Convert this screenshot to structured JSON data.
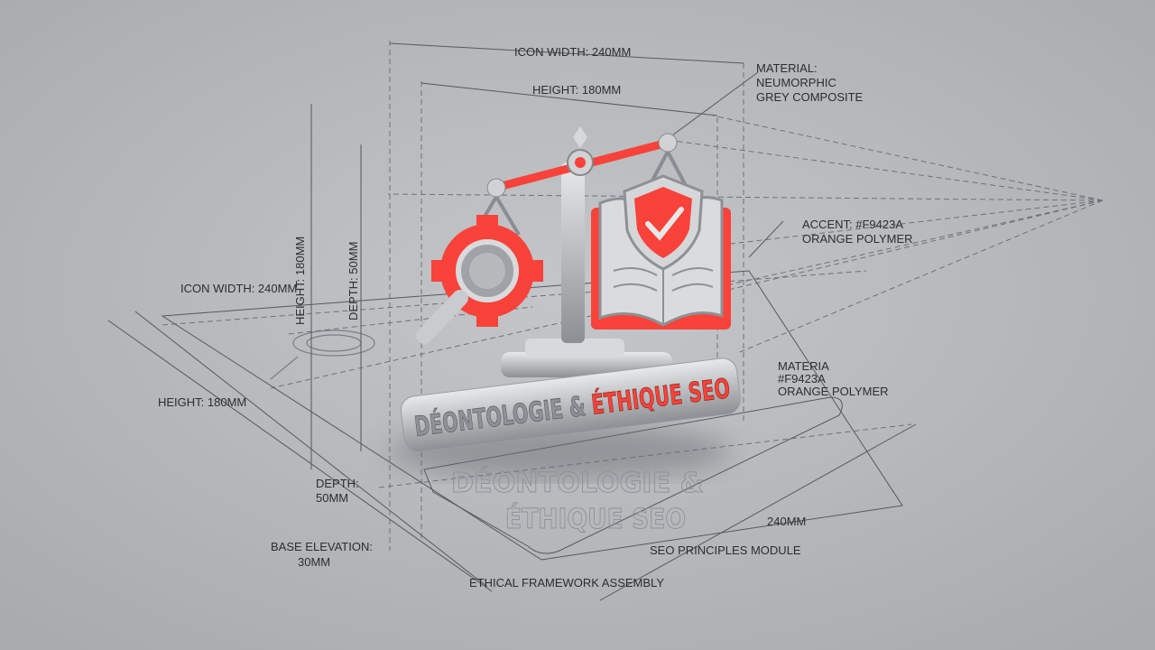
{
  "dimensions": {
    "icon_width_top": "ICON WIDTH: 240MM",
    "height_top": "HEIGHT: 180MM",
    "height_vertical": "HEIGHT: 180MM",
    "depth_vertical": "DEPTH: 50MM",
    "icon_width_left": "ICON WIDTH: 240MM",
    "height_left": "HEIGHT: 180MM",
    "depth_bottom_1": "DEPTH:",
    "depth_bottom_2": "50MM",
    "base_elevation_1": "BASE ELEVATION:",
    "base_elevation_2": "30MM",
    "width_bottom": "240MM"
  },
  "callouts": {
    "material_1": "MATERIAL:",
    "material_2": "NEUMORPHIC",
    "material_3": "GREY COMPOSITE",
    "accent_1": "ACCENT: #F9423A",
    "accent_2": "ORANGE POLYMER",
    "small_1": "MATERIA",
    "small_2": "#F9423A",
    "small_3": "ORANGE POLYMER",
    "ethical": "ETHICAL FRAMEWORK ASSEMBLY",
    "seo_module": "SEO PRINCIPLES MODULE"
  },
  "plaque": {
    "part1": "DÉONTOLOGIE & ",
    "part2": "ÉTHIQUE SEO",
    "reflection_1": "DÉONTOLOGIE &",
    "reflection_2": "ÉTHIQUE SEO"
  },
  "icons": [
    "balance-scale-icon",
    "gear-magnifier-icon",
    "shield-check-icon",
    "open-book-icon"
  ],
  "colors": {
    "accent": "#F9423A",
    "grey": "#b4b7ba",
    "dark_grey": "#7d8084"
  }
}
